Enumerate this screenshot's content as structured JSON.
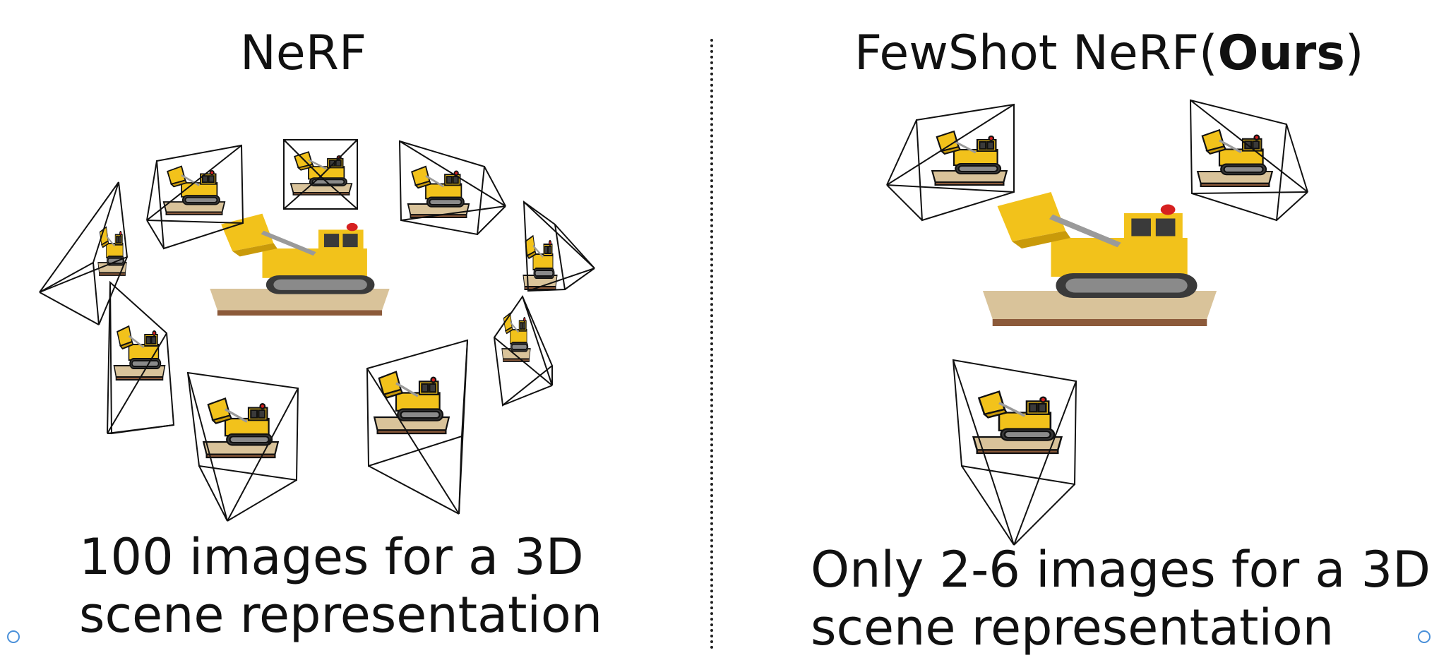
{
  "left": {
    "title": "NeRF",
    "caption_line1": "100 images for a 3D",
    "caption_line2": "scene representation"
  },
  "right": {
    "title_main": "FewShot NeRF(",
    "title_bold": "Ours",
    "title_close": ")",
    "caption_line1": "Only 2-6 images for a 3D",
    "caption_line2": "scene representation"
  },
  "colors": {
    "lego_yellow": "#f2c21b",
    "lego_dark_yellow": "#c99a0a",
    "base_tan": "#d9c39a",
    "base_brown": "#8c5a3a",
    "tread": "#3a3a3a",
    "frustum_line": "#111111",
    "divider": "#222222",
    "handle": "#4a90d9"
  }
}
